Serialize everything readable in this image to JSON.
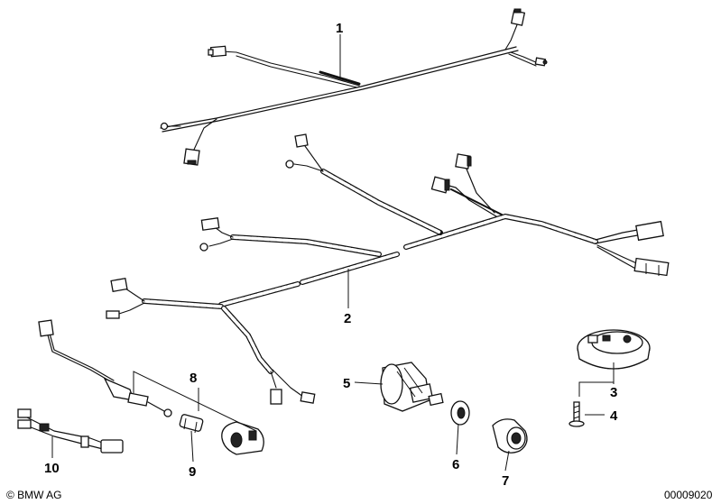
{
  "callouts": {
    "c1": "1",
    "c2": "2",
    "c3": "3",
    "c4": "4",
    "c5": "5",
    "c6": "6",
    "c7": "7",
    "c8": "8",
    "c9": "9",
    "c10": "10"
  },
  "footer": {
    "copyright": "© BMW AG",
    "diagram_number": "00009020"
  }
}
